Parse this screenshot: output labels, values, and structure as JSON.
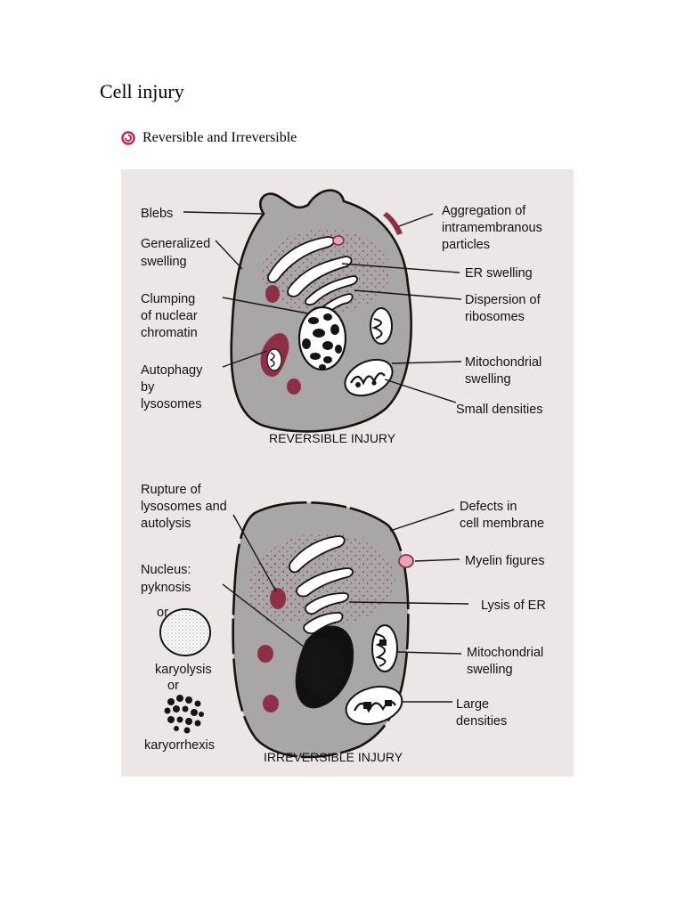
{
  "document": {
    "title": "Cell injury",
    "bullet": "Reversible and Irreversible"
  },
  "colors": {
    "bullet_icon": "#c81e5a",
    "figure_background": "#ece7e4",
    "cell_fill": "#a9a6a8",
    "lysosome": "#8e2f48",
    "stipple": "#a0334f",
    "outline": "#141414"
  },
  "figure": {
    "reversible": {
      "caption": "REVERSIBLE INJURY",
      "labels": {
        "blebs": "Blebs",
        "generalized_1": "Generalized",
        "generalized_2": "swelling",
        "clumping_1": "Clumping",
        "clumping_2": "of nuclear",
        "clumping_3": "chromatin",
        "autophagy_1": "Autophagy",
        "autophagy_2": "by",
        "autophagy_3": "lysosomes",
        "aggregation_1": "Aggregation of",
        "aggregation_2": "intramembranous",
        "aggregation_3": "particles",
        "er_swelling": "ER swelling",
        "dispersion_1": "Dispersion of",
        "dispersion_2": "ribosomes",
        "mito_1": "Mitochondrial",
        "mito_2": "swelling",
        "small_densities": "Small densities"
      }
    },
    "irreversible": {
      "caption": "IRREVERSIBLE INJURY",
      "labels": {
        "rupture_1": "Rupture of",
        "rupture_2": "lysosomes and",
        "rupture_3": "autolysis",
        "nucleus_1": "Nucleus:",
        "nucleus_2": "pyknosis",
        "or_1": "or",
        "karyolysis": "karyolysis",
        "or_2": "or",
        "karyorrhexis": "karyorrhexis",
        "defects_1": "Defects in",
        "defects_2": "cell membrane",
        "myelin": "Myelin figures",
        "lysis_er": "Lysis of ER",
        "mito_1": "Mitochondrial",
        "mito_2": "swelling",
        "large_1": "Large",
        "large_2": "densities"
      }
    }
  }
}
